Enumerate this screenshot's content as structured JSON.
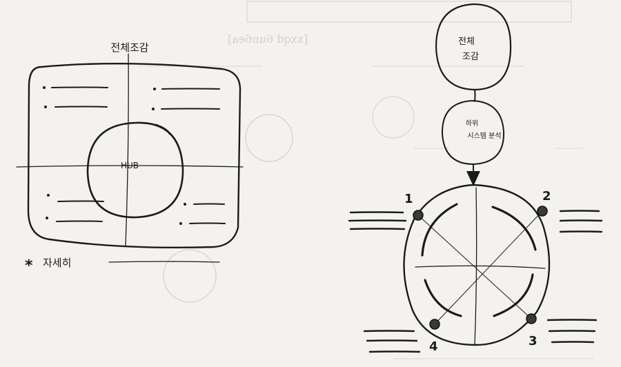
{
  "left_sketch": {
    "title": "전체조감",
    "center_label": "HUB",
    "footnote_mark": "*",
    "footnote_text": "자세히"
  },
  "right_sketch": {
    "top_node_label_line1": "전체",
    "top_node_label_line2": "조감",
    "middle_node_label_line1": "하위",
    "middle_node_label_line2": "시스템 분석",
    "quadrant_numbers": [
      "1",
      "2",
      "3",
      "4"
    ]
  },
  "background_print": {
    "bracket_label": "[xxqd 6un6ea]"
  }
}
